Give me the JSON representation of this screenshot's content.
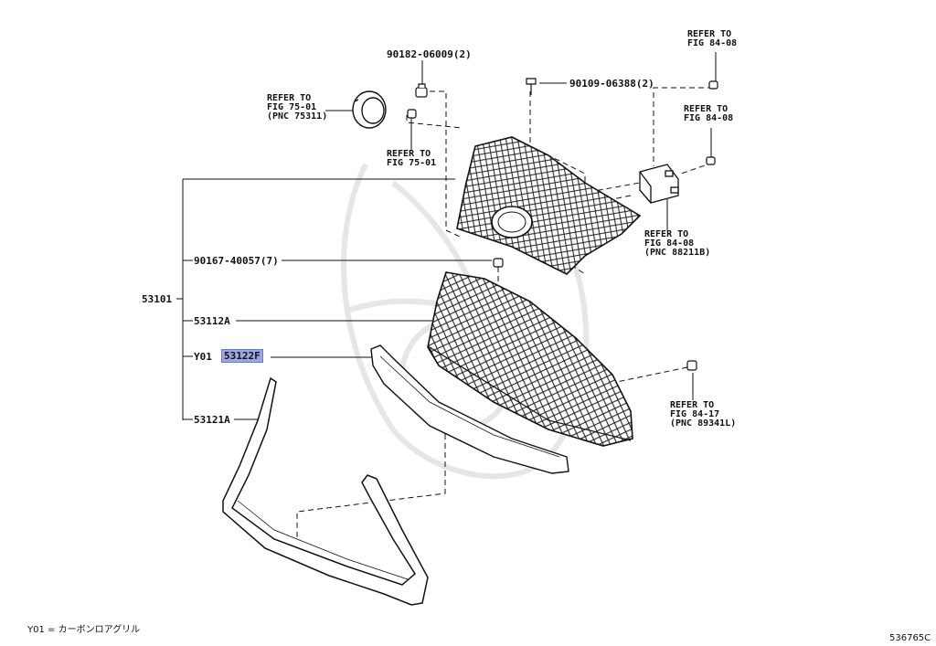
{
  "labels": {
    "p90182": "90182-06009(2)",
    "p90109": "90109-06388(2)",
    "p90167": "90167-40057(7)",
    "p53101": "53101",
    "p53112": "53112A",
    "y01": "Y01",
    "p53122": "53122F",
    "p53121": "53121A"
  },
  "refs": {
    "fig75_pnc": "REFER TO\nFIG 75-01\n(PNC 75311)",
    "fig75": "REFER TO\nFIG 75-01",
    "fig84_top": "REFER TO\nFIG 84-08",
    "fig84_mid": "REFER TO\nFIG 84-08",
    "fig84_pnc": "REFER TO\nFIG 84-08\n(PNC 88211B)",
    "fig8417": "REFER TO\nFIG 84-17\n(PNC 89341L)"
  },
  "footer": {
    "legend": "Y01 = カーボンロアグリル",
    "code": "536765C"
  },
  "colors": {
    "line": "#111111",
    "highlight": "#9aa6e6",
    "watermark": "#e6e6e6"
  }
}
